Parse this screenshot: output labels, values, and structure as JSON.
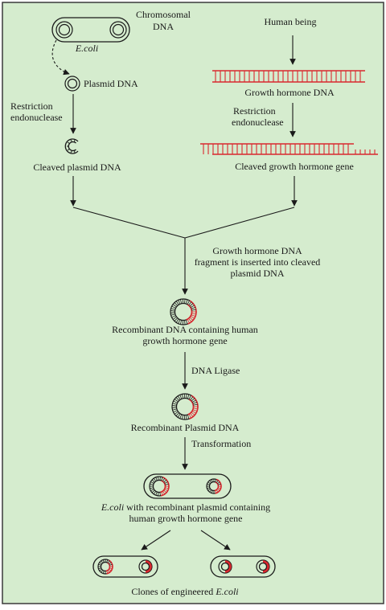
{
  "labels": {
    "chromosomal_dna_1": "Chromosomal",
    "chromosomal_dna_2": "DNA",
    "ecoli": "E.coli",
    "human_being": "Human being",
    "plasmid_dna": "Plasmid DNA",
    "growth_hormone_dna": "Growth hormone DNA",
    "restriction_left_1": "Restriction",
    "restriction_left_2": "endonuclease",
    "restriction_right_1": "Restriction",
    "restriction_right_2": "endonuclease",
    "cleaved_plasmid": "Cleaved plasmid DNA",
    "cleaved_gene": "Cleaved growth hormone gene",
    "insert_1": "Growth hormone DNA",
    "insert_2": "fragment is inserted into cleaved",
    "insert_3": "plasmid DNA",
    "recombinant_dna_1": "Recombinant DNA containing human",
    "recombinant_dna_2": "growth hormone gene",
    "dna_ligase": "DNA Ligase",
    "recombinant_plasmid": "Recombinant Plasmid DNA",
    "transformation": "Transformation",
    "ecoli_recomb_italic": "E.coli",
    "ecoli_recomb_rest": " with recombinant plasmid containing",
    "ecoli_recomb_2": "human growth hormone gene",
    "clones_prefix": "Clones of engineered ",
    "clones_italic": "E.coli"
  },
  "colors": {
    "background": "#d5ecce",
    "frame": "#3a3a3a",
    "line": "#1a1a1a",
    "human_dna": "#d9282f"
  }
}
